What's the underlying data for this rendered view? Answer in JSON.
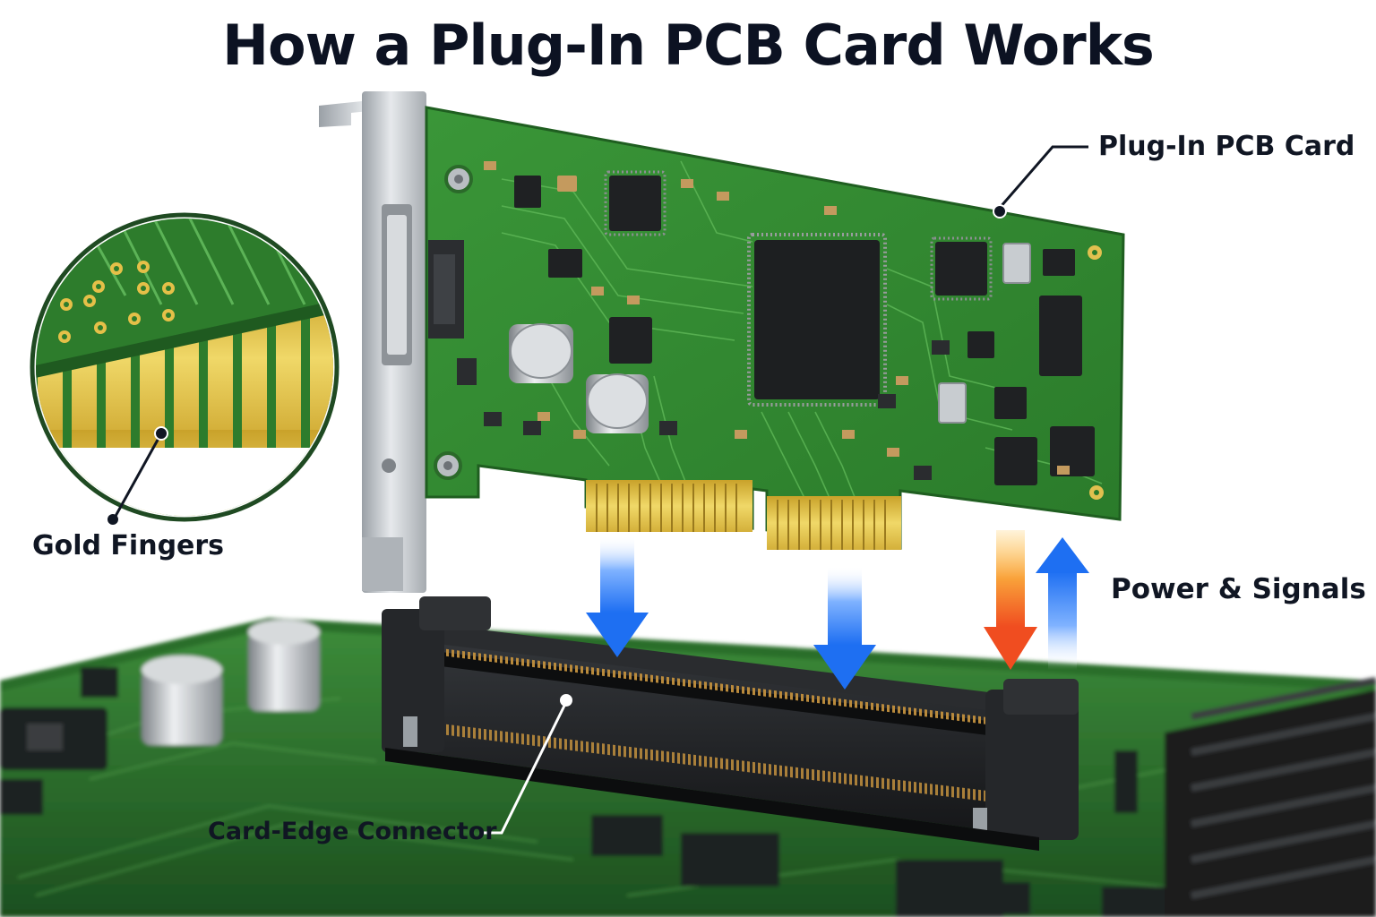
{
  "diagram": {
    "title": "How a Plug-In PCB Card Works",
    "labels": {
      "plug_in_card": "Plug-In PCB Card",
      "gold_fingers": "Gold Fingers",
      "power_signals": "Power & Signals",
      "card_edge_connector": "Card-Edge Connector"
    },
    "colors": {
      "pcb_green": "#2f8a2c",
      "pcb_dark": "#1d5a20",
      "gold": "#d8b43a",
      "connector_black": "#1f2124",
      "arrow_blue": "#1e6ff2",
      "arrow_orange": "#f5792a",
      "bracket_silver": "#c9cdd1"
    }
  }
}
